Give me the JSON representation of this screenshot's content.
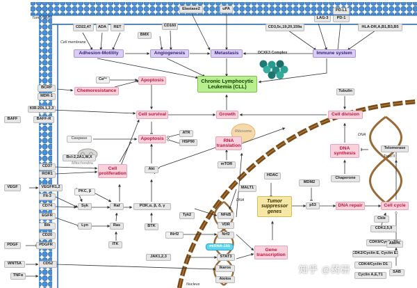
{
  "labels": {
    "tumor_cell": "Tumor cell",
    "cell_membrane": "Cell membrane",
    "nucleus": "Nucleus",
    "mitochondria": "Mitochondria",
    "ribosome": "Ribosome",
    "dna_a": "DNA",
    "dna_b": "DNA"
  },
  "nodes": {
    "cd2247": "CD22,47",
    "ada": "ADA",
    "ret": "RET",
    "elastase2": "Elastase2",
    "upa": "uPA",
    "cd3": "CD3,5c,19,20,159a",
    "lag3": "LAG-3",
    "pdl1": "PD-L1",
    "pd1": "PD-1",
    "hladr": "HLA-DR,A,B1,B3,B5",
    "bmx": "BMX",
    "cd160": "CD160",
    "adhesion": "Adhesion-Motility",
    "angiogenesis": "Angiogenesis",
    "metastasis": "Metastasis",
    "dcxe3": "DCXE3 Complex",
    "immune": "Immune system",
    "cll": "Chronic Lymphocytic Leukemia (CLL)",
    "bcrp": "BCRP",
    "mdr1": "MDR-1",
    "ca": "Ca²⁺",
    "chemoresistance": "Chemoresistance",
    "apoptosis1": "Apoptosis",
    "kir": "KIR-2DL1,2,3",
    "baff": "BAFF",
    "baffr": "BAFF-R",
    "cellsurvival": "Cell survival",
    "growth": "Growth",
    "tubulin": "Tubulin",
    "celldivision": "Cell division",
    "caspase": "Caspase",
    "apoptosis2": "Apoptosis",
    "atr": "ATR",
    "hsp90": "HSP90",
    "bcl2": "Bcl-2,2A1,W,X",
    "rnatrans": "RNA translation",
    "dnasynth": "DNA synthesis",
    "telomerase": "Telomerase",
    "topo": "Topo II",
    "cd37": "CD37",
    "ror1": "ROR1",
    "cellprolif": "Cell proliferation",
    "akt": "Akt",
    "mtor": "mTOR",
    "chaperone": "Chaperone",
    "hdac": "HDAC",
    "mdm2": "MDM2",
    "vegf": "VEGF",
    "vegfr": "VEGFR1,2",
    "flt3": "Flt-3",
    "pkc": "PKC, β",
    "malt1": "MALT1",
    "tsg": "Tumor suppressor genes",
    "cd74": "CD74",
    "egfr": "EGFR",
    "syk": "Syk",
    "raf": "Raf",
    "pi3k": "PI3K,α, β, δ, γ",
    "tyk2": "Tyk2",
    "nfkb": "NFkB",
    "p53": "p53",
    "dnarepair": "DNA repair",
    "cellcycle": "Cell cycle",
    "blk": "Blk",
    "lyn": "Lyn",
    "ras": "Ras",
    "btk": "BTK",
    "vdr": "VDR",
    "ckle": "Ckle",
    "cdk2": "CDK2,5,9",
    "cd20": "CD20",
    "pdgf": "PDGF",
    "pdgfr": "PDGFR",
    "itk": "ITK",
    "inrf2": "INrf2",
    "nrf2": "Nrf2",
    "mirna": "miRNA-155",
    "genetrans": "Gene transcription",
    "cdk9": "CDK9/Cyclin T1",
    "ampk": "AMPK",
    "jak": "JAK1,2,3",
    "stat3": "STAT3",
    "cdk2e": "CDK2/Cyclin E, Cyclin E1",
    "wntsa": "WNT5A",
    "cd52": "CD52",
    "ikaros": "Ikaros",
    "cdk4": "CDK4/Cyclin D1",
    "cyclin": "Cyclin A,E,T1",
    "tnf": "TNFα",
    "aiolos": "Aiolos",
    "sab": "SAB"
  },
  "watermark": "知乎 @药研"
}
